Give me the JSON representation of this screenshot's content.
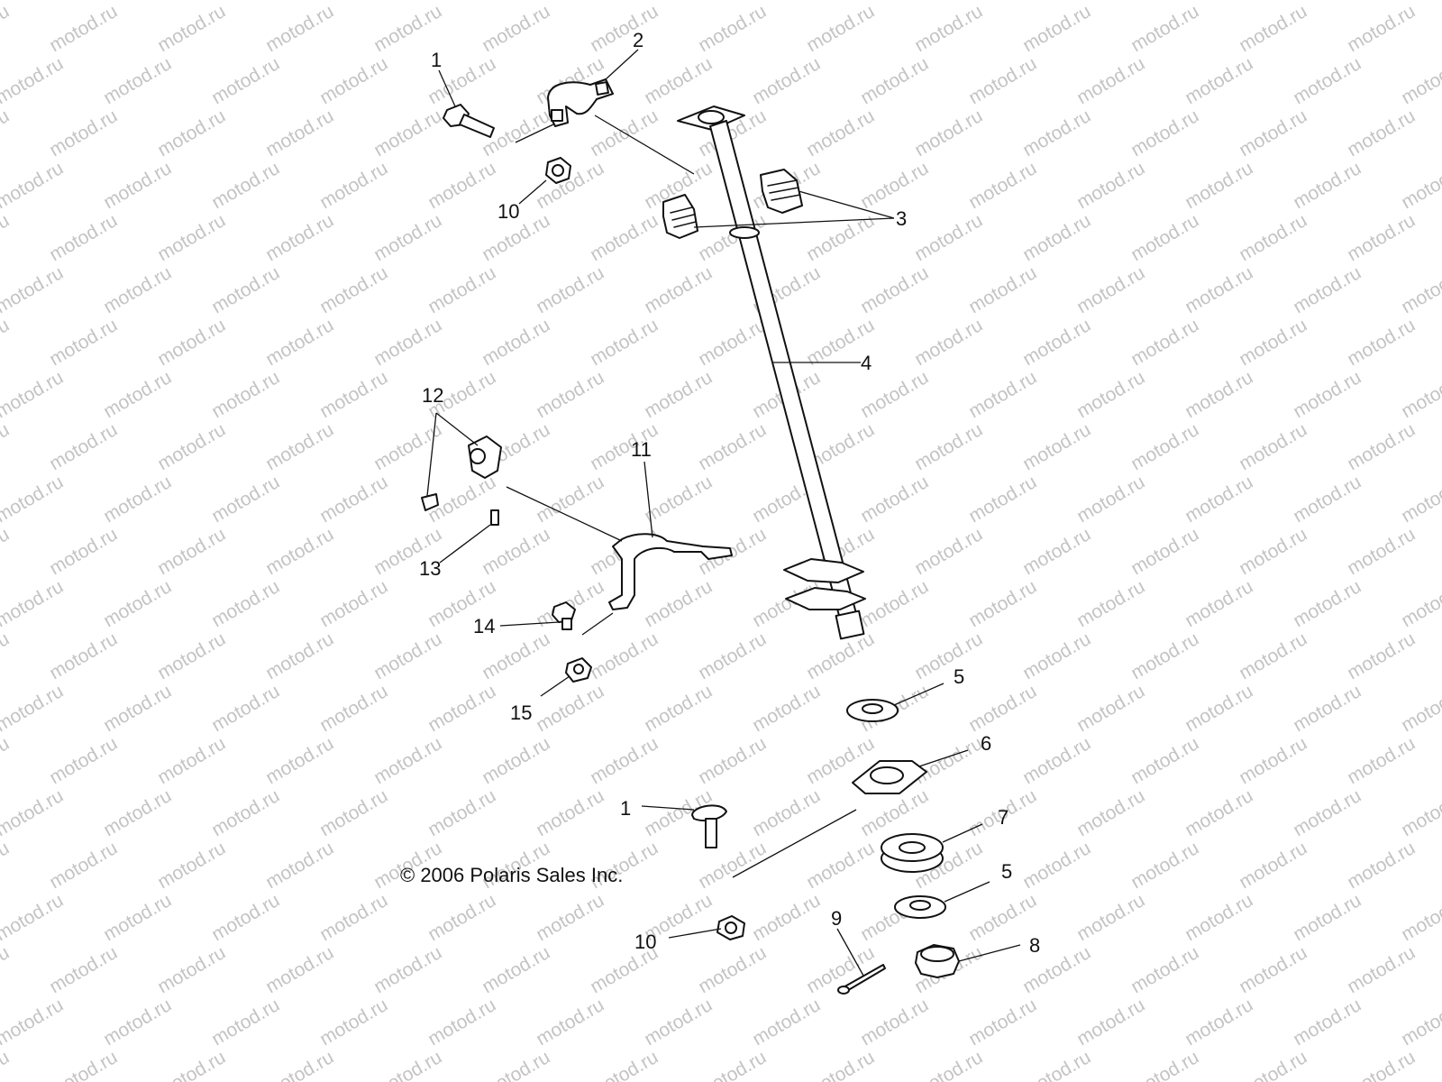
{
  "watermark_text": "motod.ru",
  "copyright_text": "© 2006 Polaris Sales Inc.",
  "callouts": [
    {
      "id": "c1a",
      "label": "1"
    },
    {
      "id": "c2",
      "label": "2"
    },
    {
      "id": "c3",
      "label": "3"
    },
    {
      "id": "c4",
      "label": "4"
    },
    {
      "id": "c5a",
      "label": "5"
    },
    {
      "id": "c5b",
      "label": "5"
    },
    {
      "id": "c6",
      "label": "6"
    },
    {
      "id": "c7",
      "label": "7"
    },
    {
      "id": "c8",
      "label": "8"
    },
    {
      "id": "c9",
      "label": "9"
    },
    {
      "id": "c10a",
      "label": "10"
    },
    {
      "id": "c10b",
      "label": "10"
    },
    {
      "id": "c11",
      "label": "11"
    },
    {
      "id": "c12",
      "label": "12"
    },
    {
      "id": "c13",
      "label": "13"
    },
    {
      "id": "c14",
      "label": "14"
    },
    {
      "id": "c15",
      "label": "15"
    },
    {
      "id": "c1b",
      "label": "1"
    }
  ]
}
